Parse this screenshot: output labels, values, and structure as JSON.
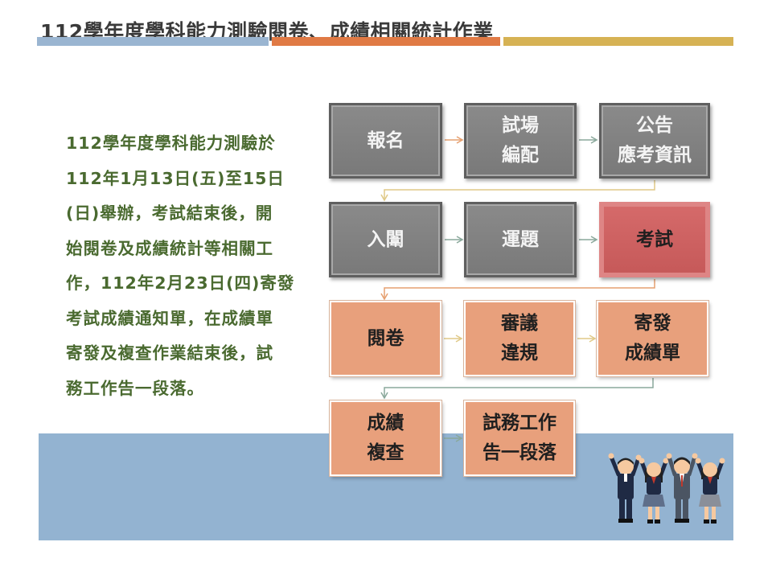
{
  "header": {
    "title": "112學年度學科能力測驗閱卷、成績相關統計作業"
  },
  "intro": {
    "lines": [
      "112學年度學科能力測驗於",
      "112年1月13日(五)至15日",
      "(日)舉辦，考試結束後，開",
      "始閱卷及成績統計等相關工",
      "作，112年2月23日(四)寄發",
      "考試成績通知單，在成績單",
      "寄發及複查作業結束後，試",
      "務工作告一段落。"
    ]
  },
  "flow": {
    "steps": [
      {
        "id": "register",
        "lines": [
          "報名"
        ],
        "style": "gray"
      },
      {
        "id": "room-assign",
        "lines": [
          "試場",
          "編配"
        ],
        "style": "gray"
      },
      {
        "id": "announce",
        "lines": [
          "公告",
          "應考資訊"
        ],
        "style": "gray"
      },
      {
        "id": "enter-hall",
        "lines": [
          "入闈"
        ],
        "style": "gray"
      },
      {
        "id": "transport",
        "lines": [
          "運題"
        ],
        "style": "gray"
      },
      {
        "id": "exam",
        "lines": [
          "考試"
        ],
        "style": "red"
      },
      {
        "id": "grading",
        "lines": [
          "閱卷"
        ],
        "style": "orange"
      },
      {
        "id": "review",
        "lines": [
          "審議",
          "違規"
        ],
        "style": "orange"
      },
      {
        "id": "send-report",
        "lines": [
          "寄發",
          "成績單"
        ],
        "style": "orange"
      },
      {
        "id": "recheck",
        "lines": [
          "成績",
          "複查"
        ],
        "style": "orange"
      },
      {
        "id": "finish",
        "lines": [
          "試務工作",
          "告一段落"
        ],
        "style": "orange"
      }
    ]
  },
  "colors": {
    "arrow_gray": "#8aa89b",
    "arrow_orange": "#e6a070",
    "arrow_gold": "#e0c987",
    "intro_text": "#4a6a30"
  },
  "decoration": {
    "icon": "cheering-students-icon"
  }
}
